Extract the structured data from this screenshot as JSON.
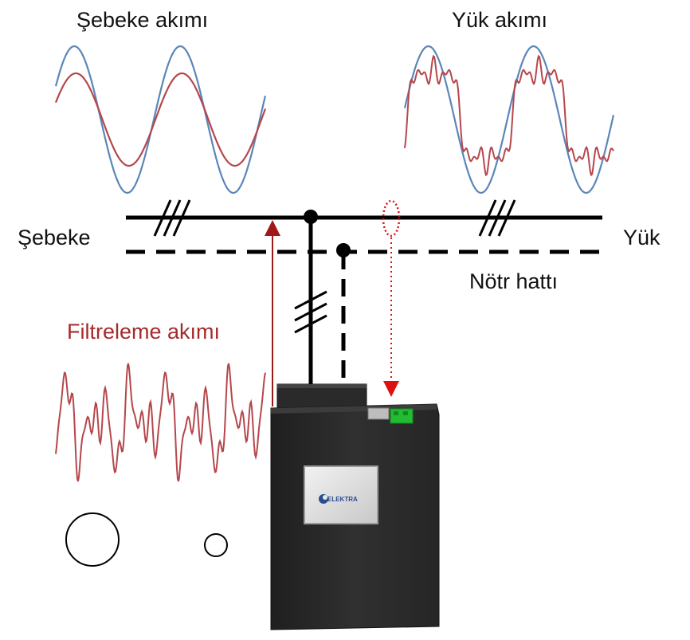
{
  "labels": {
    "grid_current": "Şebeke akımı",
    "load_current": "Yük akımı",
    "grid": "Şebeke",
    "load": "Yük",
    "neutral_line": "Nötr hattı",
    "filter_current": "Filtreleme akımı"
  },
  "device": {
    "brand": "ELEKTRA",
    "body_color": "#2b2b2b",
    "connector_color": "#22bb33"
  },
  "colors": {
    "line": "#000000",
    "reference_wave": "#5b86b8",
    "current_wave": "#b5474b",
    "filter_arrow": "#a01818",
    "measurement": "#dd1111"
  },
  "icons": {
    "phase_marks": "triple-slash",
    "junction": "filled-dot",
    "sensor": "dotted-ellipse"
  }
}
